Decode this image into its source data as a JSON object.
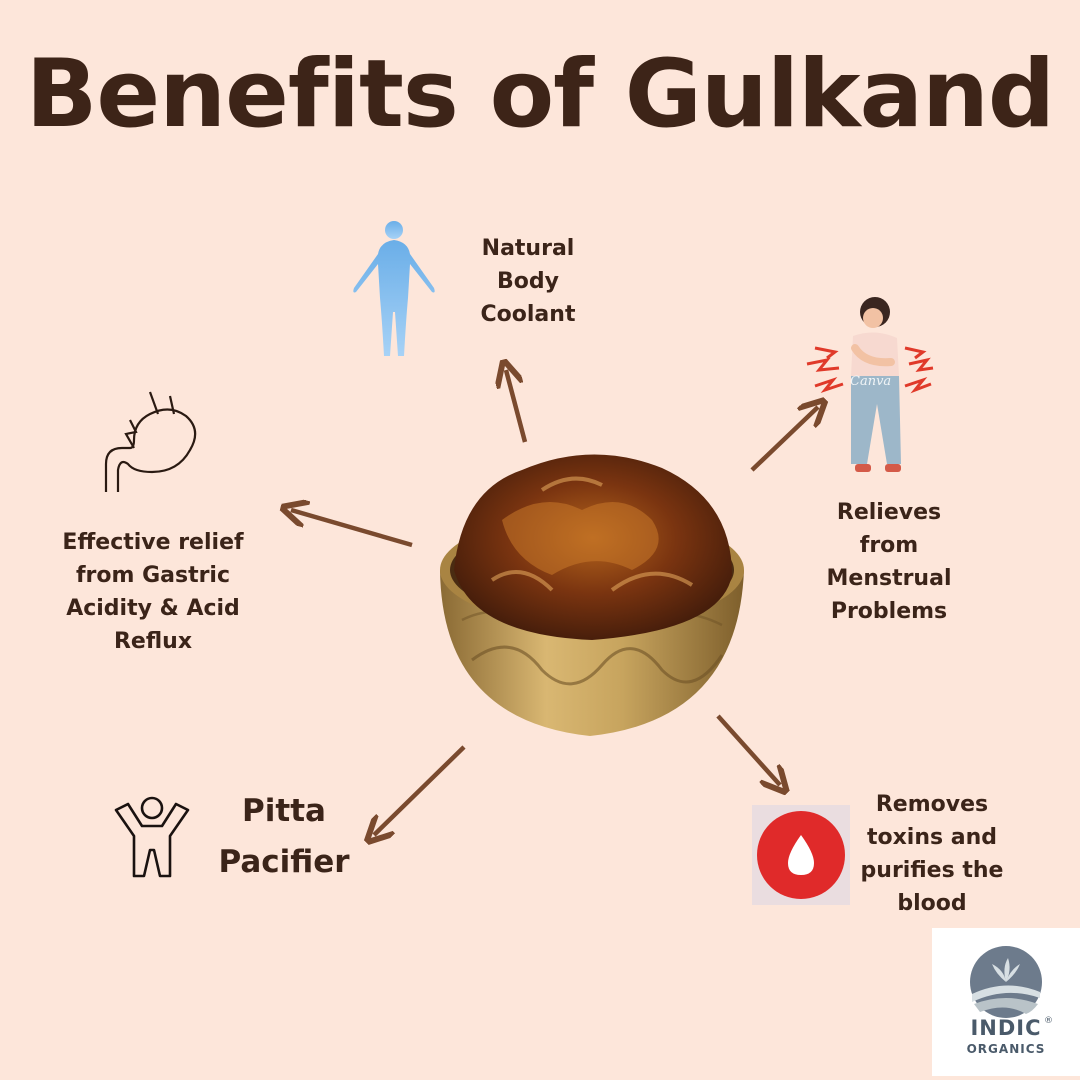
{
  "title": "Benefits of Gulkand",
  "benefits": [
    {
      "id": "coolant",
      "label": "Natural\nBody\nCoolant",
      "icon": "human-body-icon"
    },
    {
      "id": "menstrual",
      "label": "Relieves\nfrom\nMenstrual\nProblems",
      "icon": "woman-cramps-icon"
    },
    {
      "id": "gastric",
      "label": "Effective relief\nfrom Gastric\nAcidity & Acid\nReflux",
      "icon": "stomach-icon"
    },
    {
      "id": "pitta",
      "label": "Pitta\nPacifier",
      "icon": "person-stretch-icon"
    },
    {
      "id": "blood",
      "label": "Removes\ntoxins and\npurifies the\nblood",
      "icon": "blood-drop-icon"
    }
  ],
  "image_watermark": "Canva",
  "brand": {
    "name": "INDIC",
    "sub": "ORGANICS",
    "mark": "®"
  },
  "colors": {
    "background": "#fde6da",
    "text": "#3b2419",
    "arrow": "#7a4a2e",
    "blood": "#e02a2a",
    "body": "#7ab8ea"
  }
}
